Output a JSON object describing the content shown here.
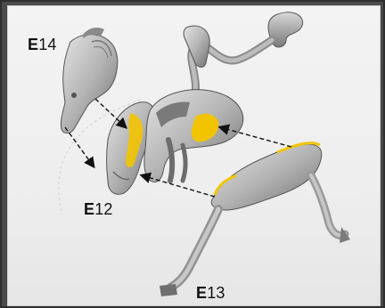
{
  "labels": [
    {
      "letter": "E",
      "number": "14"
    },
    {
      "letter": "E",
      "number": "12"
    },
    {
      "letter": "E",
      "number": "13"
    }
  ],
  "colors": {
    "part": "#b9b9b9",
    "part_dark": "#6f6f6f",
    "glue": "#f2c400",
    "arrow": "#111111"
  }
}
